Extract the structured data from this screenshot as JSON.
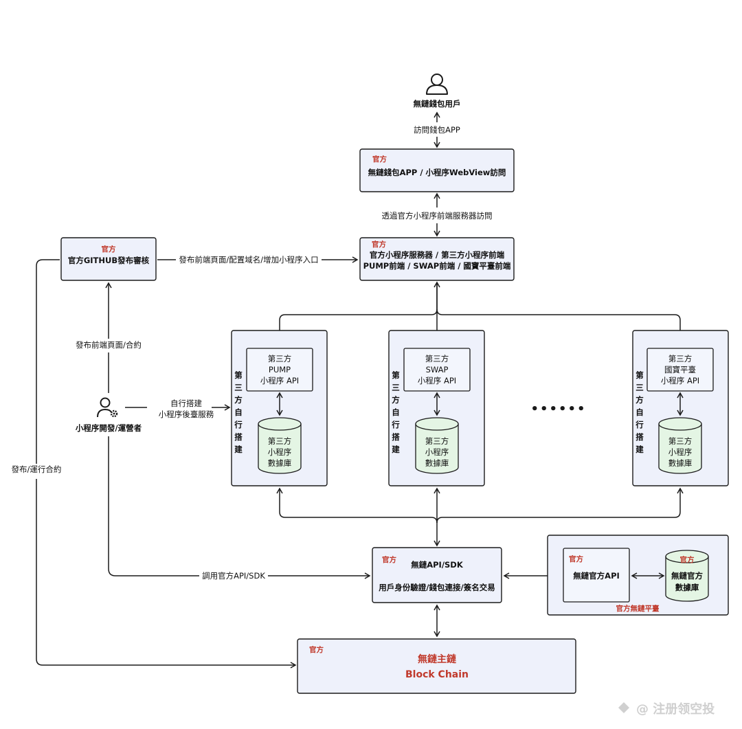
{
  "user": {
    "label": "無鏈錢包用戶"
  },
  "edge_labels": {
    "visit_app": "訪問錢包APP",
    "via_server": "透過官方小程序前端服務器訪問",
    "publish_github": "發布前端頁面/配置域名/增加小程序入口",
    "publish_contract": "發布前端頁面/合約",
    "self_build_1": "自行搭建",
    "self_build_2": "小程序後臺服務",
    "call_sdk": "調用官方API/SDK",
    "deploy_contract": "發布/運行合約"
  },
  "official_tag": "官方",
  "wallet_app": {
    "label": "無鏈錢包APP / 小程序WebView訪問"
  },
  "frontend_server": {
    "line1": "官方小程序服務器 / 第三方小程序前端",
    "line2": "PUMP前端 / SWAP前端 / 國寶平臺前端"
  },
  "github": {
    "label": "官方GITHUB發布審核"
  },
  "developer": {
    "label": "小程序開發/運營者"
  },
  "third_party_vertical": [
    "第",
    "三",
    "方",
    "自",
    "行",
    "搭",
    "建"
  ],
  "third_party_blocks": [
    {
      "api": [
        "第三方",
        "PUMP",
        "小程序 API"
      ],
      "db": [
        "第三方",
        "小程序",
        "數據庫"
      ]
    },
    {
      "api": [
        "第三方",
        "SWAP",
        "小程序 API"
      ],
      "db": [
        "第三方",
        "小程序",
        "數據庫"
      ]
    },
    {
      "api": [
        "第三方",
        "國寶平臺",
        "小程序 API"
      ],
      "db": [
        "第三方",
        "小程序",
        "數據庫"
      ]
    }
  ],
  "ellipsis": "••••••",
  "sdk": {
    "line1": "無鏈API/SDK",
    "line2": "用戶身份驗證/錢包連接/簽名交易"
  },
  "platform": {
    "api": "無鏈官方API",
    "db_line1": "無鏈官方",
    "db_line2": "數據庫",
    "caption": "官方無鏈平臺"
  },
  "blockchain": {
    "line1": "無鏈主鏈",
    "line2": "Block Chain"
  },
  "watermark": "@ 注册领空投"
}
